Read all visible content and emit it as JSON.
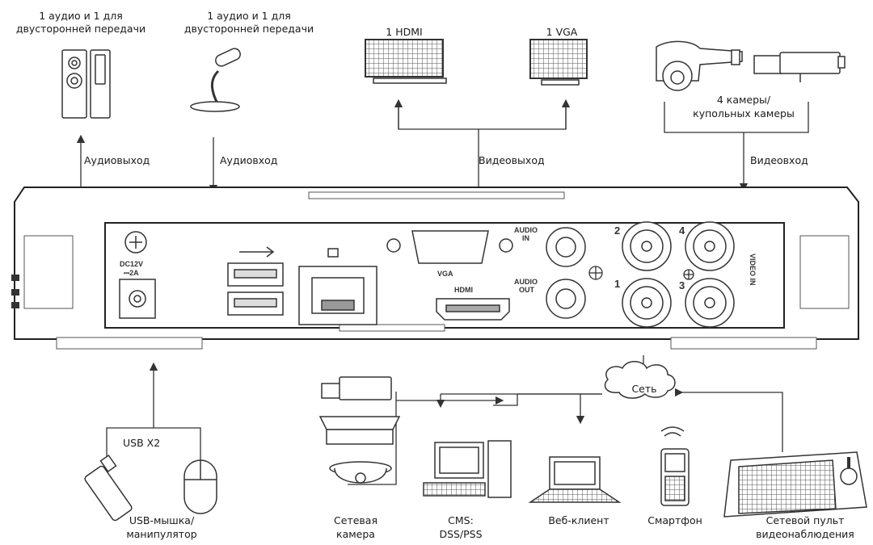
{
  "top": {
    "speaker_label": "1 аудио и 1 для двусторонней передачи",
    "mic_label": "1 аудио и 1 для двусторонней передачи",
    "hdmi_monitor_label": "1 HDMI",
    "vga_monitor_label": "1 VGA",
    "cameras_label_1": "4 камеры/",
    "cameras_label_2": "купольных камеры",
    "audio_out_label": "Аудиовыход",
    "audio_in_label": "Аудиовход",
    "video_out_label": "Видеовыход",
    "video_in_label": "Видеовход"
  },
  "panel": {
    "power_tag_1": "DC12V",
    "power_tag_2": "⎓2A",
    "vga_tag": "VGA",
    "hdmi_tag": "HDMI",
    "audio_in_tag_1": "AUDIO",
    "audio_in_tag_2": "IN",
    "audio_out_tag_1": "AUDIO",
    "audio_out_tag_2": "OUT",
    "video_in_tag": "VIDEO IN",
    "bnc_numbers": [
      "2",
      "4",
      "1",
      "3"
    ]
  },
  "bottom": {
    "usb_label": "USB X2",
    "mouse_label_1": "USB-мышка/",
    "mouse_label_2": "манипулятор",
    "network_label": "Сеть",
    "ipcam_label_1": "Сетевая",
    "ipcam_label_2": "камера",
    "cms_label_1": "CMS:",
    "cms_label_2": "DSS/PSS",
    "web_label": "Веб-клиент",
    "phone_label": "Смартфон",
    "keyboard_label_1": "Сетевой пульт",
    "keyboard_label_2": "видеонаблюдения"
  }
}
